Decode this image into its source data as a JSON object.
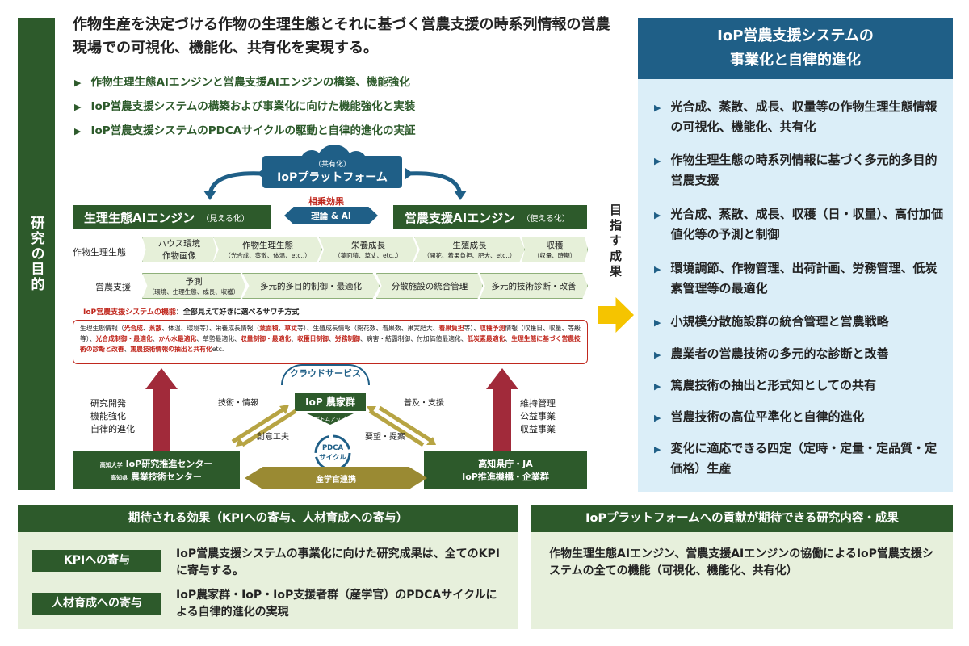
{
  "left_bar_label": "研究の目的",
  "heading": "作物生産を決定づける作物の生理生態とそれに基づく営農支援の時系列情報の営農現場での可視化、機能化、共有化を実現する。",
  "bullets": [
    "作物生理生態AIエンジンと営農支援AIエンジンの構築、機能強化",
    "IoP営農支援システムの構築および事業化に向けた機能強化と実装",
    "IoP営農支援システムのPDCAサイクルの駆動と自律的進化の実証"
  ],
  "platform": {
    "sub": "（共有化）",
    "title": "IoPプラットフォーム"
  },
  "synergy": {
    "label": "相乗効果",
    "bar": "理論 & AI"
  },
  "engine_left": {
    "title": "生理生態AIエンジン",
    "sub": "（見える化）"
  },
  "engine_right": {
    "title": "営農支援AIエンジン",
    "sub": "（使える化）"
  },
  "row1": {
    "label": "作物生理生態",
    "steps": [
      {
        "t": "ハウス環境\n作物画像",
        "s": ""
      },
      {
        "t": "作物生理生態",
        "s": "（光合成、蒸散、体温、etc..）"
      },
      {
        "t": "栄養成長",
        "s": "（葉面積、草丈、etc..）"
      },
      {
        "t": "生殖成長",
        "s": "（開花、着果負担、肥大、etc..）"
      },
      {
        "t": "収穫",
        "s": "（収量、時期）"
      }
    ]
  },
  "row2": {
    "label": "営農支援",
    "steps": [
      {
        "t": "予測",
        "s": "（環境、生理生態、成長、収穫）"
      },
      {
        "t": "多元的多目的制御・最適化",
        "s": ""
      },
      {
        "t": "分散施設の統合管理",
        "s": ""
      },
      {
        "t": "多元的技術診断・改善",
        "s": ""
      }
    ]
  },
  "functions": {
    "title_red": "IoP営農支援システムの機能",
    "title_rest": "：全部見えて好きに選べるサワチ方式",
    "parts": [
      [
        "生理生態情報（",
        0
      ],
      [
        "光合成",
        1
      ],
      [
        "、",
        0
      ],
      [
        "蒸散",
        1
      ],
      [
        "、体温、環境等）、栄養成長情報（",
        0
      ],
      [
        "葉面積",
        1
      ],
      [
        "、",
        0
      ],
      [
        "草丈",
        1
      ],
      [
        "等）、生殖成長情報（開花数、着果数、果実肥大、",
        0
      ],
      [
        "着果負担",
        1
      ],
      [
        "等）、",
        0
      ],
      [
        "収穫予測",
        1
      ],
      [
        "情報（収穫日、収量、等級等）、",
        0
      ],
      [
        "光合成制御・最適化",
        1
      ],
      [
        "、",
        0
      ],
      [
        "かん水最適化",
        1
      ],
      [
        "、草勢最適化、",
        0
      ],
      [
        "収量制御・最適化",
        1
      ],
      [
        "、",
        0
      ],
      [
        "収穫日制御",
        1
      ],
      [
        "、",
        0
      ],
      [
        "労務制御",
        1
      ],
      [
        "、病害・結露制御、付加価値最適化、",
        0
      ],
      [
        "低炭素最適化",
        1
      ],
      [
        "、",
        0
      ],
      [
        "生理生態に基づく営農技術の診断と改善",
        1
      ],
      [
        "、",
        0
      ],
      [
        "篤農技術情報の抽出と共有化",
        1
      ],
      [
        "etc.",
        0
      ]
    ]
  },
  "cloud_service": "クラウドサービス",
  "farm_group": "IoP 農家群",
  "bottom_up": "ボトムアップ",
  "pdca": "PDCA\nサイクル",
  "flow_labels": {
    "tech_info": "技術・情報",
    "spread": "普及・支援",
    "creativity": "創意工夫",
    "request": "要望・提案"
  },
  "left_side": "研究開発\n機能強化\n自律的進化",
  "right_side": "維持管理\n公益事業\n収益事業",
  "left_org": {
    "l1_small": "高知大学",
    "l1": "IoP研究推進センター",
    "l2_small": "高知県",
    "l2": "農業技術センター"
  },
  "right_org": {
    "l1": "高知県庁・JA",
    "l2": "IoP推進機構・企業群"
  },
  "sangaku": "産学官連携",
  "mezasu": "目指す成果",
  "right_panel": {
    "title": "IoP営農支援システムの\n事業化と自律的進化",
    "items": [
      "光合成、蒸散、成長、収量等の作物生理生態情報の可視化、機能化、共有化",
      "作物生理生態の時系列情報に基づく多元的多目的営農支援",
      "光合成、蒸散、成長、収穫（日・収量）、高付加価値化等の予測と制御",
      "環境調節、作物管理、出荷計画、労務管理、低炭素管理等の最適化",
      "小規模分散施設群の統合管理と営農戦略",
      "農業者の営農技術の多元的な診断と改善",
      "篤農技術の抽出と形式知としての共有",
      "営農技術の高位平準化と自律的進化",
      "変化に適応できる四定（定時・定量・定品質・定価格）生産"
    ]
  },
  "bottom_left": {
    "title": "期待される効果（KPIへの寄与、人材育成への寄与）",
    "kpi_label": "KPIへの寄与",
    "kpi_text": "IoP営農支援システムの事業化に向けた研究成果は、全てのKPIに寄与する。",
    "hr_label": "人材育成への寄与",
    "hr_text": "IoP農家群・IoP・IoP支援者群（産学官）のPDCAサイクルによる自律的進化の実現"
  },
  "bottom_right": {
    "title": "IoPプラットフォームへの貢献が期待できる研究内容・成果",
    "text": "作物生理生態AIエンジン、営農支援AIエンジンの協働によるIoP営農支援システムの全ての機能（可視化、機能化、共有化）"
  },
  "colors": {
    "green": "#2d5a2b",
    "blue": "#1f5f87",
    "red": "#c0281e",
    "yellow": "#f5c400",
    "olive": "#9a8a33",
    "maroon": "#a12a3a"
  }
}
